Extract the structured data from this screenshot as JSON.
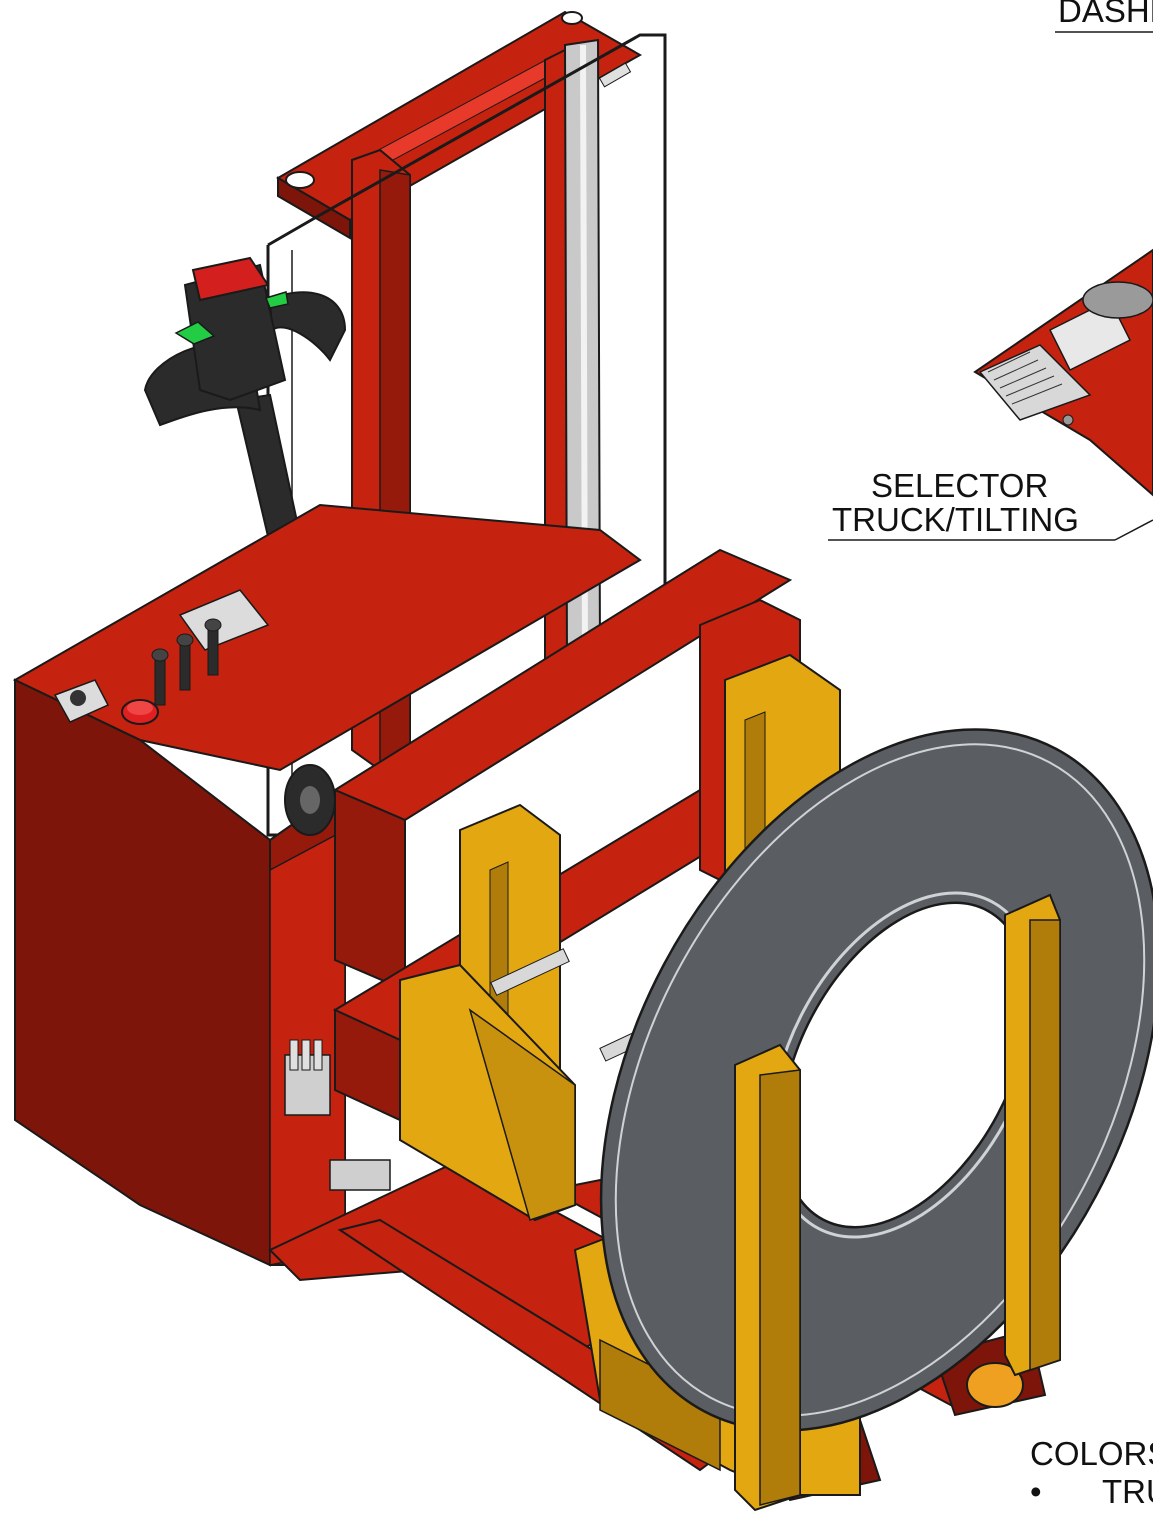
{
  "callouts": {
    "top_right": "DASHE",
    "selector_line1": "SELECTOR",
    "selector_line2": "TRUCK/TILTING",
    "colors_heading": "COLORS",
    "colors_bullet": "•",
    "colors_item": "TRU"
  },
  "colors": {
    "truck_red": "#c5220f",
    "truck_red_dark": "#7d150a",
    "attachment_yellow": "#e3a712",
    "attachment_yellow_dark": "#b07d0a",
    "coil_gray": "#5a5e62",
    "coil_gray_dark": "#3f4245",
    "handle_black": "#2b2b2b",
    "outline": "#1a1a1a"
  },
  "icons": {
    "emergency_stop": "emergency-stop-icon",
    "selector_switch": "selector-switch-icon",
    "wheel": "wheel-icon"
  }
}
